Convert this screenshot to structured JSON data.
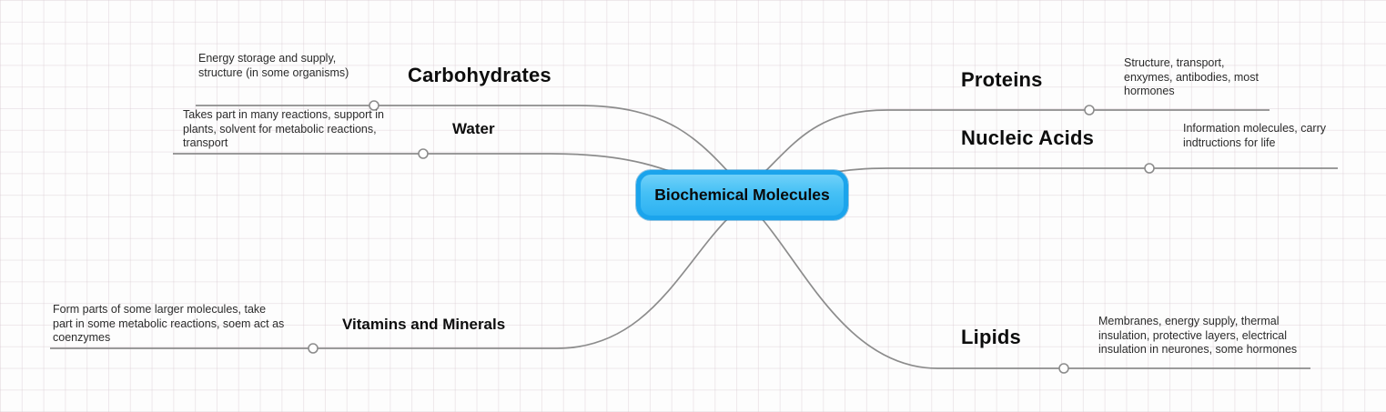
{
  "center": {
    "label": "Biochemical Molecules"
  },
  "branches": [
    {
      "id": "carbohydrates",
      "label": "Carbohydrates",
      "description": "Energy storage and supply, structure (in some organisms)"
    },
    {
      "id": "water",
      "label": "Water",
      "description": "Takes part in many reactions, support in plants, solvent for metabolic reactions, transport"
    },
    {
      "id": "vitamins-and-minerals",
      "label": "Vitamins and Minerals",
      "description": "Form parts of some larger molecules, take part in some metabolic reactions, soem act as coenzymes"
    },
    {
      "id": "proteins",
      "label": "Proteins",
      "description": "Structure, transport, enxymes, antibodies, most hormones"
    },
    {
      "id": "nucleic-acids",
      "label": "Nucleic Acids",
      "description": "Information molecules, carry indtructions for life"
    },
    {
      "id": "lipids",
      "label": "Lipids",
      "description": "Membranes, energy supply, thermal insulation, protective layers, electrical insulation in neurones, some hormones"
    }
  ],
  "colors": {
    "node_fill": "#45c0f5",
    "node_border": "#1ba4ec",
    "connector": "#8c8c8c"
  }
}
